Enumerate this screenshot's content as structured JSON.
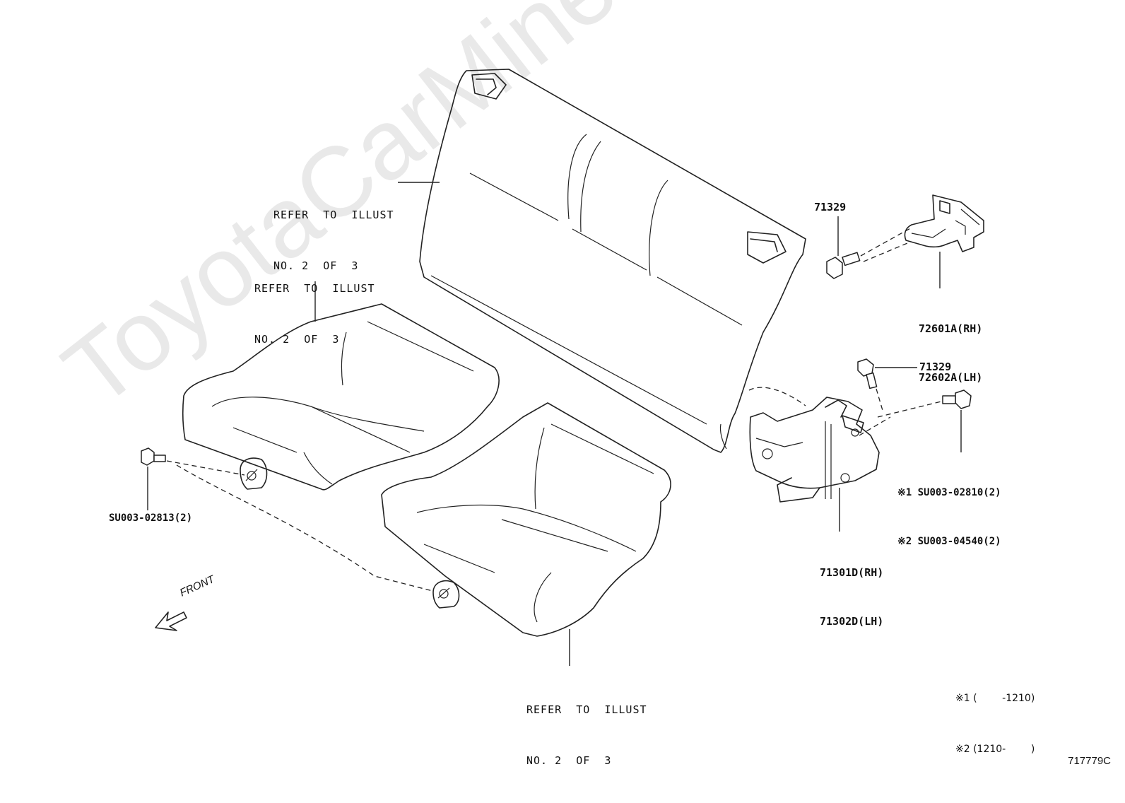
{
  "watermark": "ToyotaCarMine.ru",
  "refer_labels": [
    {
      "line1": "REFER  TO  ILLUST",
      "line2": "NO. 2  OF  3"
    },
    {
      "line1": "REFER  TO  ILLUST",
      "line2": "NO. 2  OF  3"
    },
    {
      "line1": "REFER  TO  ILLUST",
      "line2": "NO. 2  OF  3"
    }
  ],
  "parts": {
    "bolt_upper": "71329",
    "bracket_rh": "72601A(RH)",
    "bracket_lh": "72602A(LH)",
    "bolt_hinge": "71329",
    "bolt_code_1": "※1 SU003-02810(2)",
    "bolt_code_2": "※2 SU003-04540(2)",
    "hinge_rh": "71301D(RH)",
    "hinge_lh": "71302D(LH)",
    "cushion_bolt": "SU003-02813(2)"
  },
  "front_label": "FRONT",
  "notes": {
    "note1": "※1 (        -1210)",
    "note2": "※2 (1210-        )"
  },
  "figure_id": "717779C"
}
